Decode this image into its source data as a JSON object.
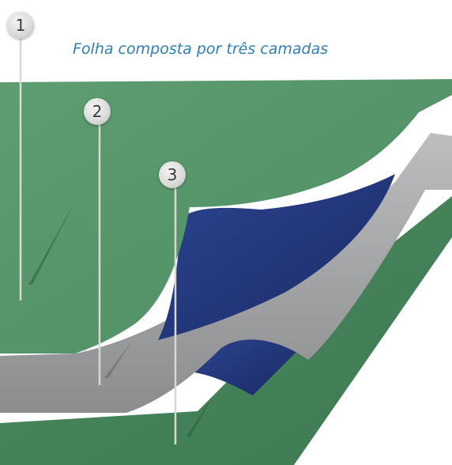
{
  "caption": "Folha composta por três camadas",
  "markers": [
    {
      "id": "1",
      "label": "1"
    },
    {
      "id": "2",
      "label": "2"
    },
    {
      "id": "3",
      "label": "3"
    }
  ],
  "colors": {
    "green_layer": "#5a9a6e",
    "green_layer_dark": "#3f7a52",
    "gray_layer": "#a9aaac",
    "blue_underside": "#22367a",
    "caption_text": "#2f7fb6",
    "leader_line": "#d8d8d8"
  }
}
